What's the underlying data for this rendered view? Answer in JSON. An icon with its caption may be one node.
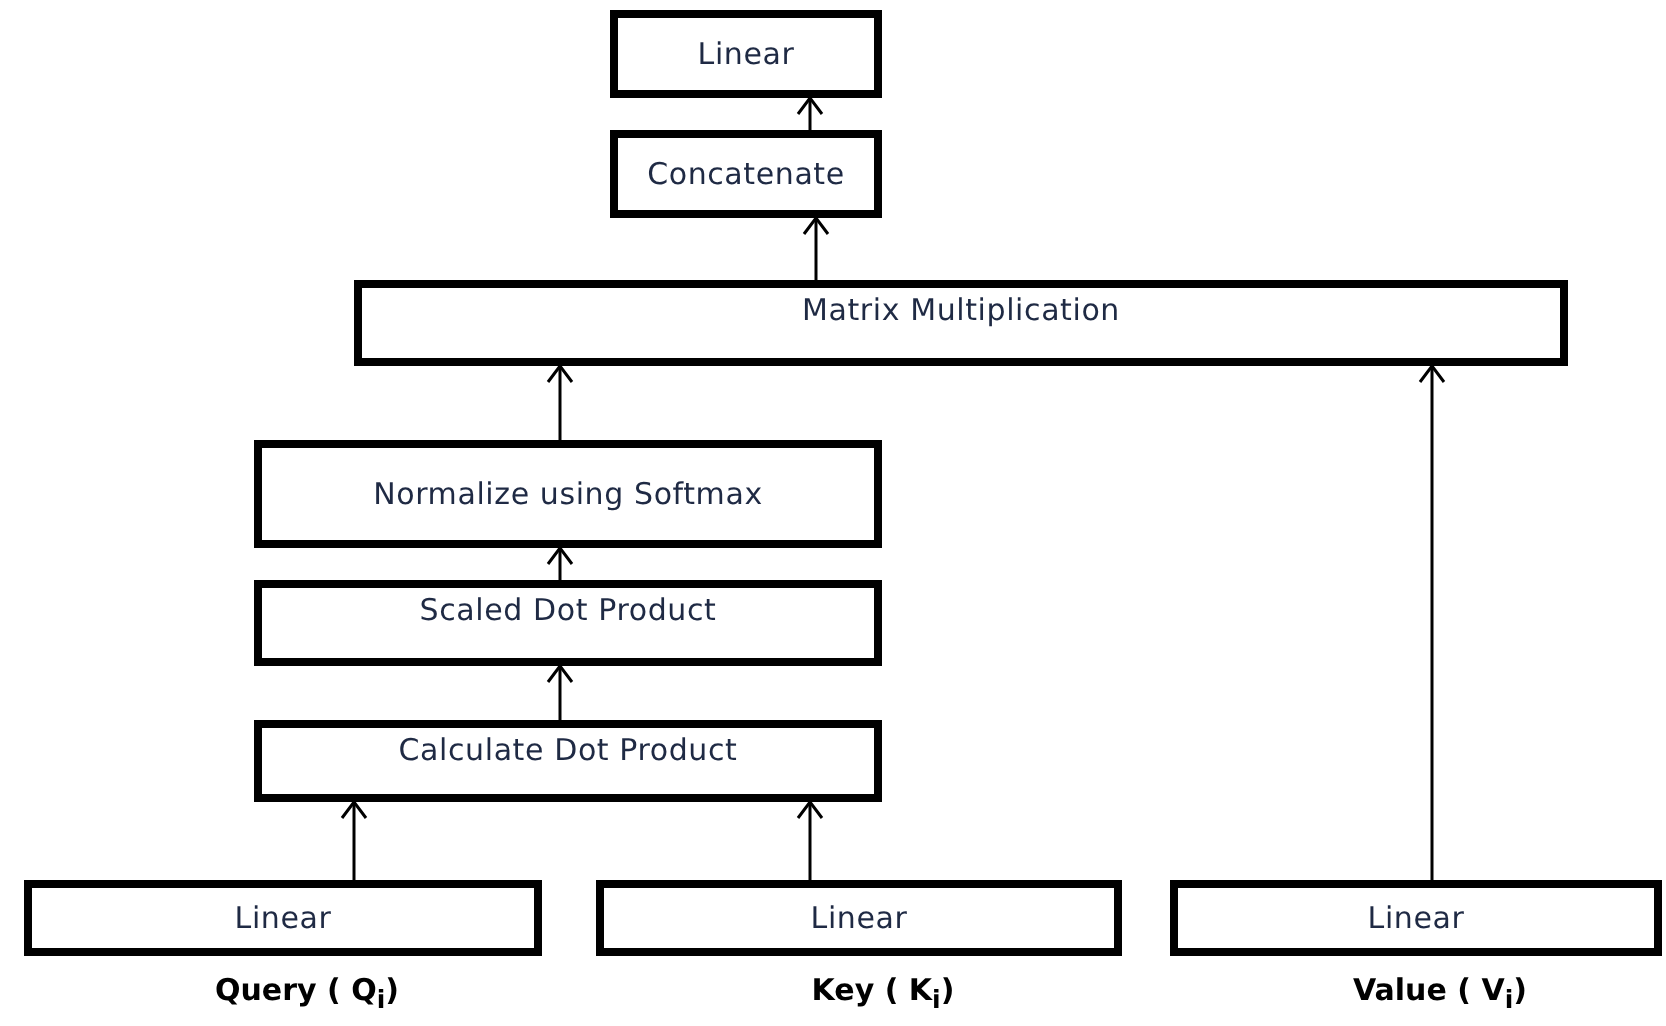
{
  "diagram": {
    "nodes": [
      {
        "text": [
          "Linear"
        ]
      },
      {
        "text": [
          "Concatenate"
        ]
      },
      {
        "text": [
          "Matrix Multiplication"
        ]
      },
      {
        "text": [
          "Normalize using Softmax"
        ]
      },
      {
        "text": [
          "Scaled Dot Product"
        ]
      },
      {
        "text": [
          "Calculate Dot Product"
        ]
      },
      {
        "text": [
          "Linear"
        ],
        "beside": [
          "Query ( Q$_{i}$)"
        ]
      },
      {
        "text": [
          "Linear"
        ],
        "beside": [
          "Key ( K$_{i}$)"
        ]
      },
      {
        "text": [
          "Linear"
        ],
        "beside": [
          "Value ( V$_{i}$)"
        ]
      }
    ],
    "edges": [
      {
        "from": 6,
        "to": 5,
        "arrow": "to"
      },
      {
        "from": 7,
        "to": 5,
        "arrow": "to"
      },
      {
        "from": 5,
        "to": 4,
        "arrow": "to"
      },
      {
        "from": 4,
        "to": 3,
        "arrow": "to"
      },
      {
        "from": 3,
        "to": 2,
        "arrow": "to"
      },
      {
        "from": 8,
        "to": 2,
        "arrow": "to"
      },
      {
        "from": 2,
        "to": 1,
        "arrow": "to"
      },
      {
        "from": 1,
        "to": 0,
        "arrow": "to"
      }
    ]
  }
}
